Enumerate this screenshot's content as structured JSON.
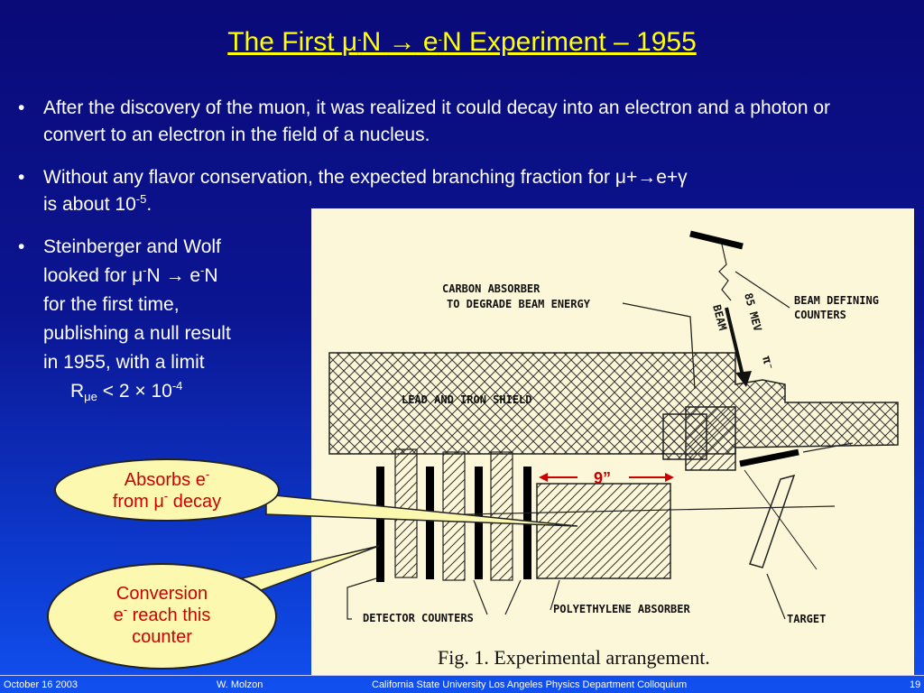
{
  "title": {
    "pre": "The First ",
    "mu": "μ",
    "sup1": "-",
    "mid1": "N ",
    "arrow": "→",
    "mid2": " e",
    "sup2": "-",
    "post": "N Experiment – 1955"
  },
  "bullets": {
    "b1": "After the discovery of the muon, it was realized it could decay into an electron and a photon or convert to an electron in the field of a nucleus.",
    "b2_pre": "Without any flavor conservation, the expected branching fraction for ",
    "b2_formula": "μ+→e+γ",
    "b2_line2": "is about 10",
    "b2_exp": "-5",
    "b2_end": ".",
    "b3_l1": "Steinberger and Wolf",
    "b3_l2a": "looked for ",
    "b3_mu": "μ",
    "b3_l2b": "N ",
    "b3_arrow": "→",
    "b3_l2c": " e",
    "b3_l2d": "N",
    "minus": "-",
    "b3_l3": "for the first time,",
    "b3_l4": "publishing a null result",
    "b3_l5": "in 1955, with a limit",
    "limit_R": "R",
    "limit_sub": "μe",
    "limit_rest": " < 2 × 10",
    "limit_exp": "-4"
  },
  "figure": {
    "carbon_l1": "CARBON ABSORBER",
    "carbon_l2": "TO DEGRADE BEAM ENERGY",
    "beam_def_l1": "BEAM DEFINING",
    "beam_def_l2": "COUNTERS",
    "beam_energy": "85 MEV",
    "beam_pi": "π⁻",
    "beam_word": "BEAM",
    "shield": "LEAD AND IRON SHIELD",
    "detector_counters": "DETECTOR COUNTERS",
    "polyethylene": "POLYETHYLENE ABSORBER",
    "target": "TARGET",
    "caption_fig": "Fig. 1.",
    "caption_text": " Experimental arrangement.",
    "dimension": "9”"
  },
  "callouts": {
    "absorbs_l1": "Absorbs e",
    "absorbs_sup": "-",
    "absorbs_l2a": "from ",
    "absorbs_mu": "μ",
    "absorbs_sup2": "-",
    "absorbs_l2b": " decay",
    "conv_l1": "Conversion",
    "conv_l2a": "e",
    "conv_sup": "-",
    "conv_l2b": " reach this",
    "conv_l3": "counter"
  },
  "footer": {
    "date": "October 16 2003",
    "author": "W. Molzon",
    "venue": "California State University Los Angeles Physics Department  Colloquium",
    "page": "19"
  },
  "colors": {
    "title": "#ffff00",
    "dimension_red": "#cc0000",
    "callout_fill": "#fdf8b0"
  }
}
